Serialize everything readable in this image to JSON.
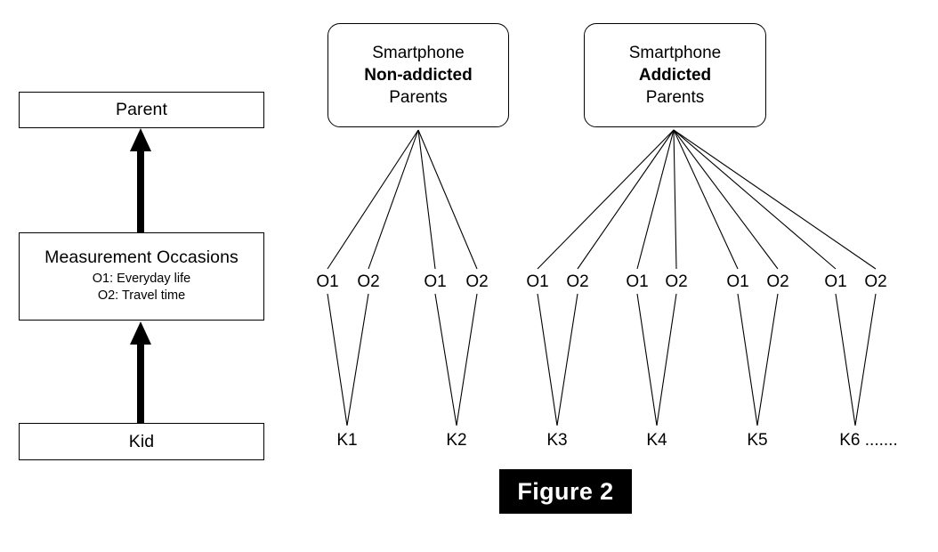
{
  "figure": {
    "caption": "Figure 2",
    "caption_bg": "#000000",
    "caption_fg": "#ffffff"
  },
  "left_panel": {
    "boxes": [
      {
        "label": "Parent"
      },
      {
        "label": "Measurement Occasions",
        "sub_lines": [
          "O1: Everyday life",
          "O2: Travel time"
        ]
      },
      {
        "label": "Kid"
      }
    ],
    "arrows": [
      {
        "from": "Measurement Occasions",
        "to": "Parent",
        "direction": "up",
        "style": "thick-solid-black"
      },
      {
        "from": "Kid",
        "to": "Measurement Occasions",
        "direction": "up",
        "style": "thick-solid-black"
      }
    ]
  },
  "right_panel": {
    "groups": [
      {
        "id": "non-addicted",
        "line1": "Smartphone",
        "line2": "Non-addicted",
        "line2_bold": true,
        "line3": "Parents",
        "kids": [
          {
            "label": "K1",
            "occasions": [
              "O1",
              "O2"
            ]
          },
          {
            "label": "K2",
            "occasions": [
              "O1",
              "O2"
            ]
          }
        ]
      },
      {
        "id": "addicted",
        "line1": "Smartphone",
        "line2": "Addicted",
        "line2_bold": true,
        "line3": "Parents",
        "kids": [
          {
            "label": "K3",
            "occasions": [
              "O1",
              "O2"
            ]
          },
          {
            "label": "K4",
            "occasions": [
              "O1",
              "O2"
            ]
          },
          {
            "label": "K5",
            "occasions": [
              "O1",
              "O2"
            ]
          },
          {
            "label": "K6 .......",
            "occasions": [
              "O1",
              "O2"
            ]
          }
        ]
      }
    ]
  },
  "colors": {
    "stroke": "#000000",
    "background": "#ffffff"
  }
}
